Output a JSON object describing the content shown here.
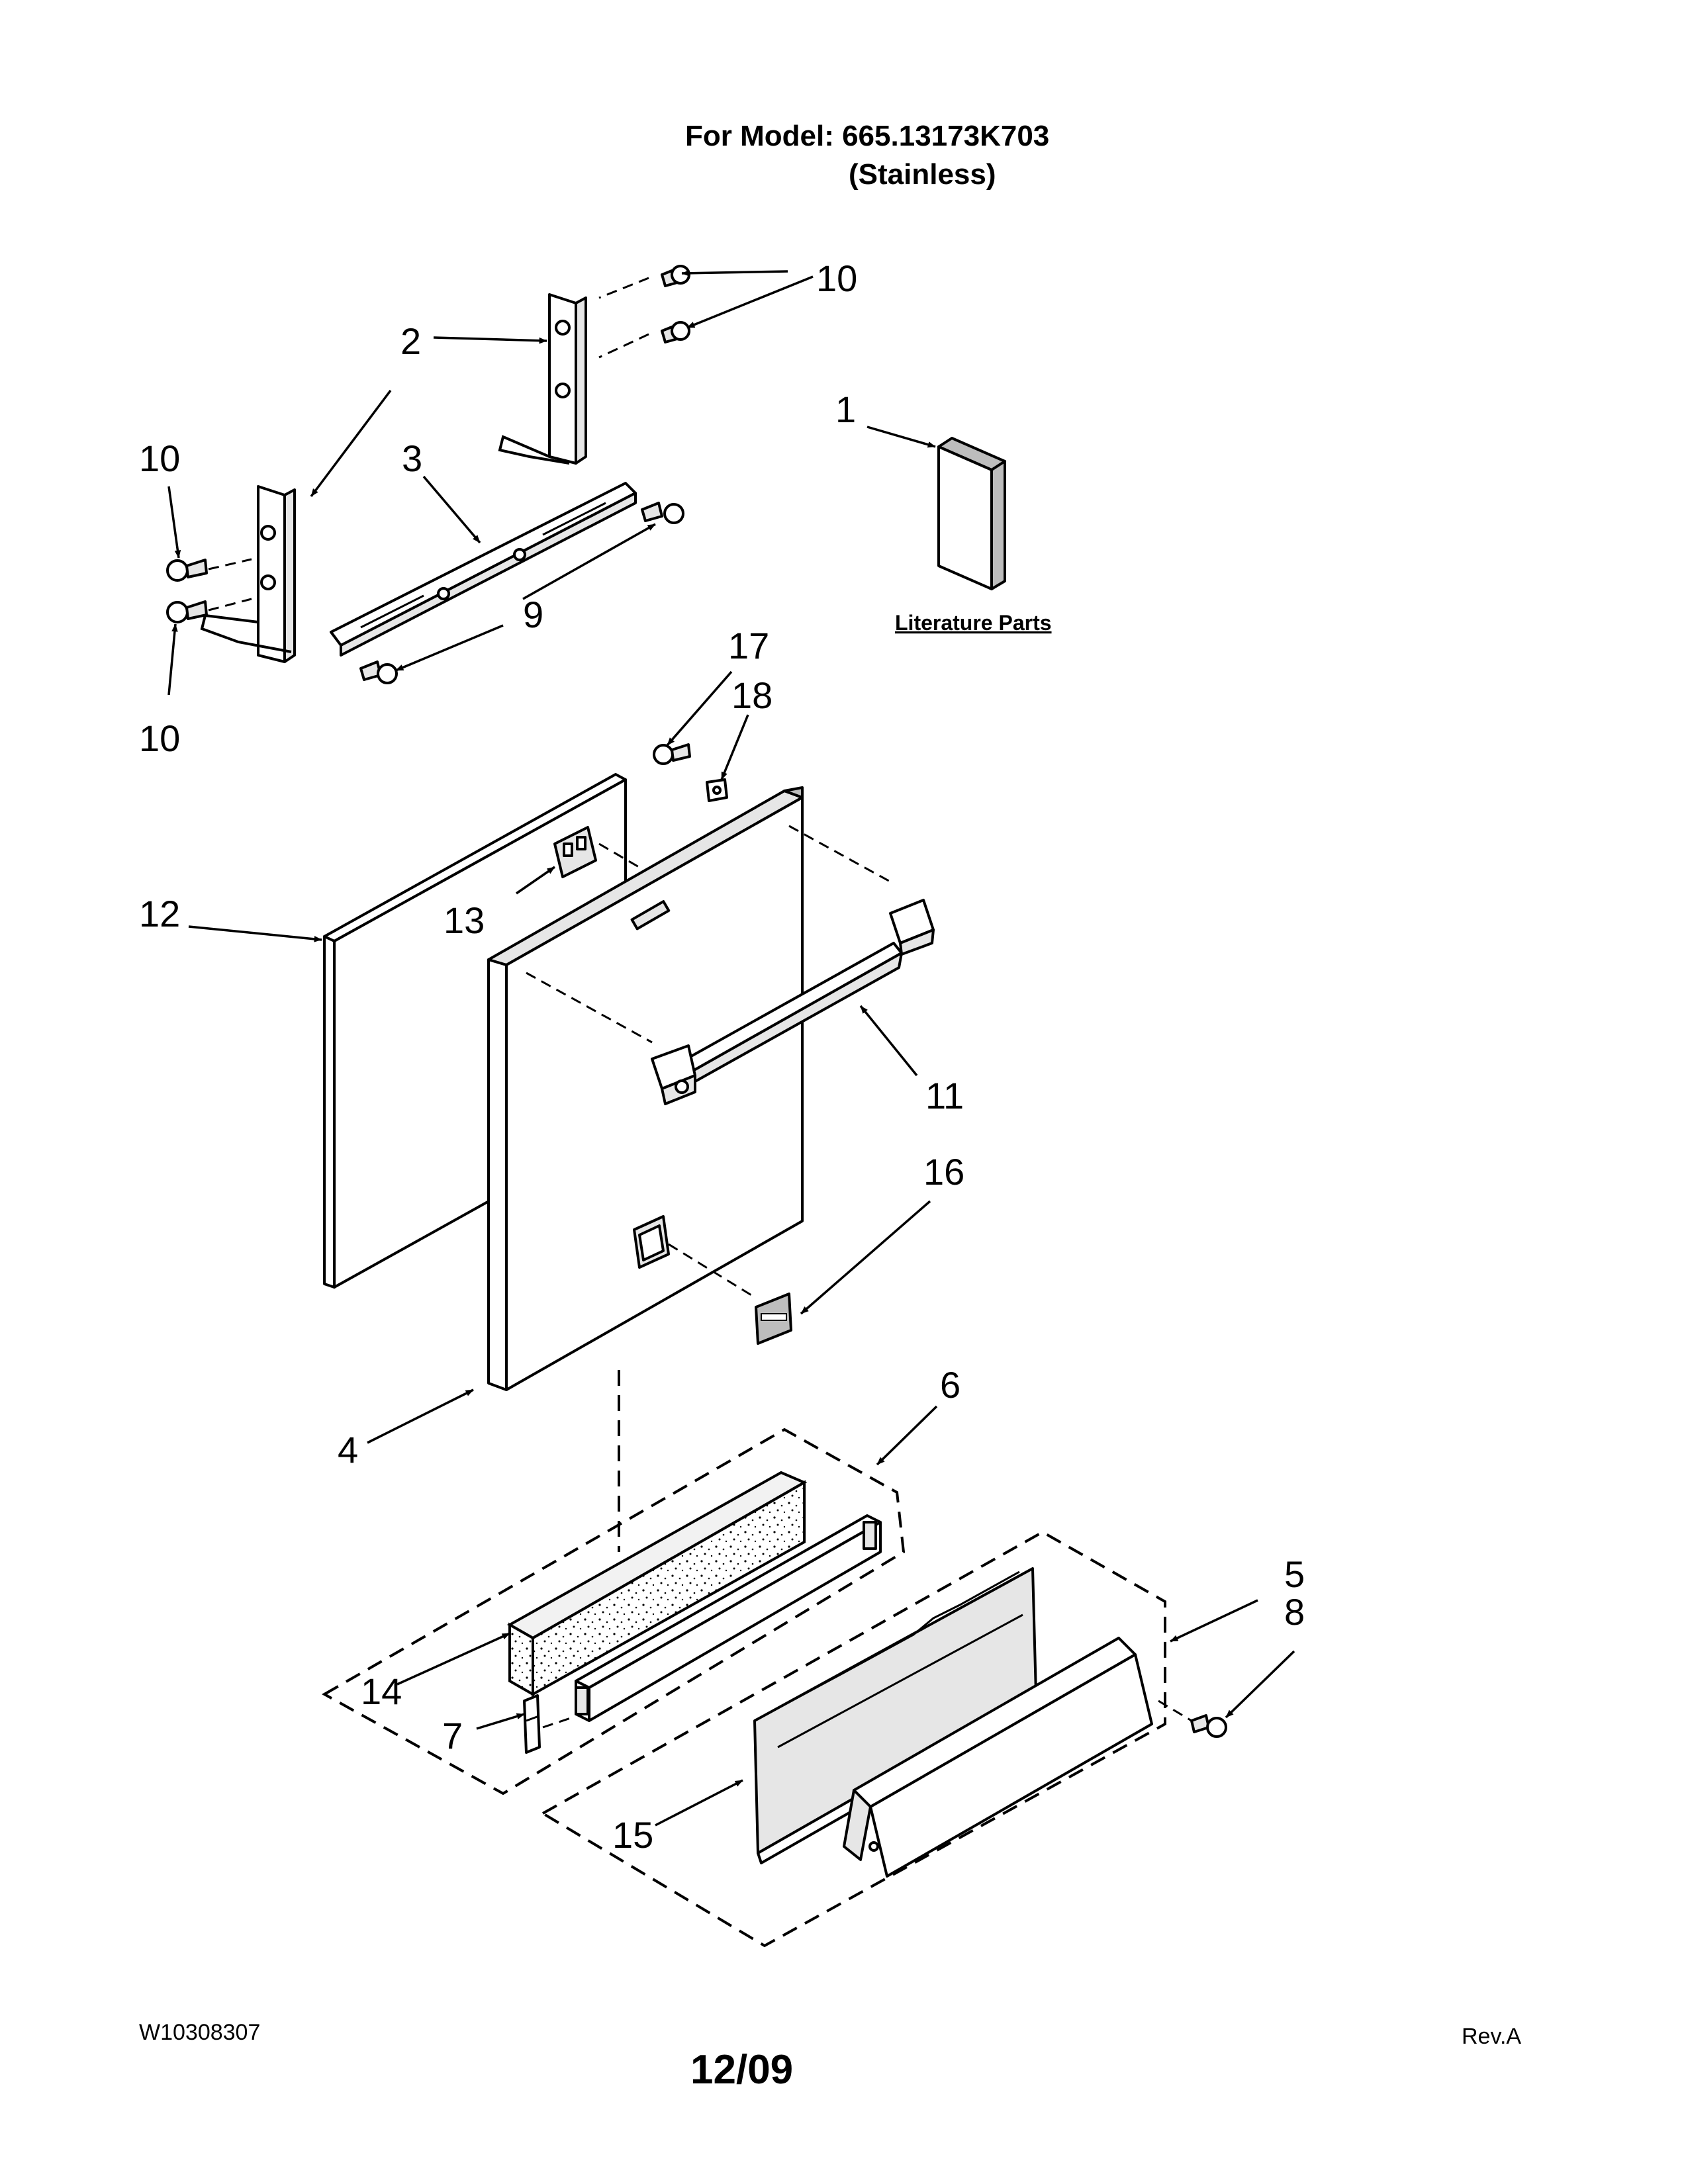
{
  "header": {
    "model_line": "For Model: 665.13173K703",
    "finish_line": "(Stainless)"
  },
  "literature_label": "Literature Parts",
  "callouts": {
    "c1": "1",
    "c2": "2",
    "c3": "3",
    "c4": "4",
    "c5": "5",
    "c6": "6",
    "c7": "7",
    "c8": "8",
    "c9": "9",
    "c10a": "10",
    "c10b": "10",
    "c10c": "10",
    "c11": "11",
    "c12": "12",
    "c13": "13",
    "c14": "14",
    "c15": "15",
    "c16": "16",
    "c17": "17",
    "c18": "18"
  },
  "footer": {
    "doc_number": "W10308307",
    "date": "12/09",
    "revision": "Rev.A"
  }
}
